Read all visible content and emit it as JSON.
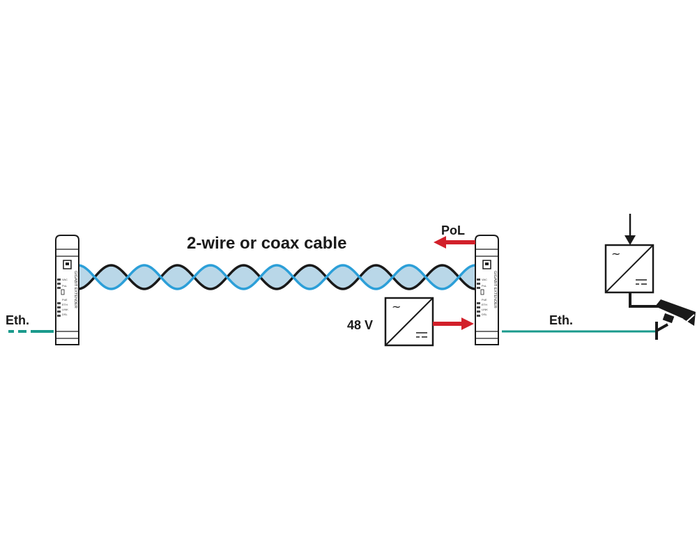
{
  "labels": {
    "cable": "2-wire or coax cable",
    "pol": "PoL",
    "eth_left": "Eth.",
    "eth_right": "Eth.",
    "voltage": "48 V"
  },
  "device": {
    "vertical_text": "GIGABIT EXTENDER",
    "leds": [
      "VAC",
      "PoL",
      "PoE",
      "ETH",
      "LINK",
      "DSL"
    ]
  },
  "icons": {
    "ac": "~",
    "dc": "="
  },
  "colors": {
    "ethernet": "#1a9a8c",
    "cable_blue": "#2c9fd8",
    "cable_black": "#1a1a1a",
    "cable_fill": "#b9d7e8",
    "power_arrow": "#d2202a"
  }
}
